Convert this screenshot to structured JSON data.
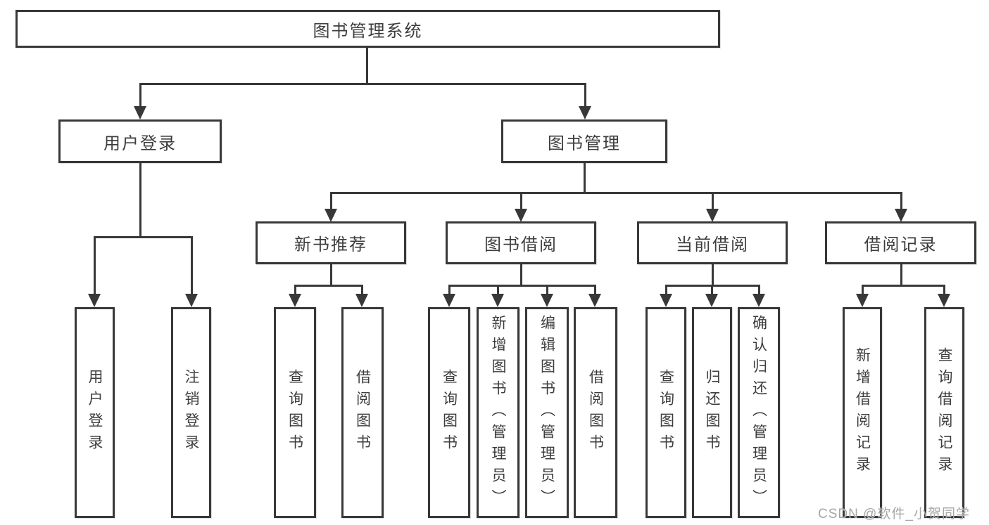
{
  "tree": {
    "label": "图书管理系统",
    "children": [
      {
        "label": "用户登录",
        "children": [
          {
            "label": "用户登录"
          },
          {
            "label": "注销登录"
          }
        ]
      },
      {
        "label": "图书管理",
        "children": [
          {
            "label": "新书推荐",
            "children": [
              {
                "label": "查询图书"
              },
              {
                "label": "借阅图书"
              }
            ]
          },
          {
            "label": "图书借阅",
            "children": [
              {
                "label": "查询图书"
              },
              {
                "label": "新增图书（管理员）"
              },
              {
                "label": "编辑图书（管理员）"
              },
              {
                "label": "借阅图书"
              }
            ]
          },
          {
            "label": "当前借阅",
            "children": [
              {
                "label": "查询图书"
              },
              {
                "label": "归还图书"
              },
              {
                "label": "确认归还（管理员）"
              }
            ]
          },
          {
            "label": "借阅记录",
            "children": [
              {
                "label": "新增借阅记录"
              },
              {
                "label": "查询借阅记录"
              }
            ]
          }
        ]
      }
    ]
  },
  "watermark": {
    "text": "CSDN @软件_小贺同学",
    "color": "#a6a6a6"
  },
  "colors": {
    "line": "#383838",
    "text": "#3d3d3d",
    "background": "#ffffff"
  }
}
